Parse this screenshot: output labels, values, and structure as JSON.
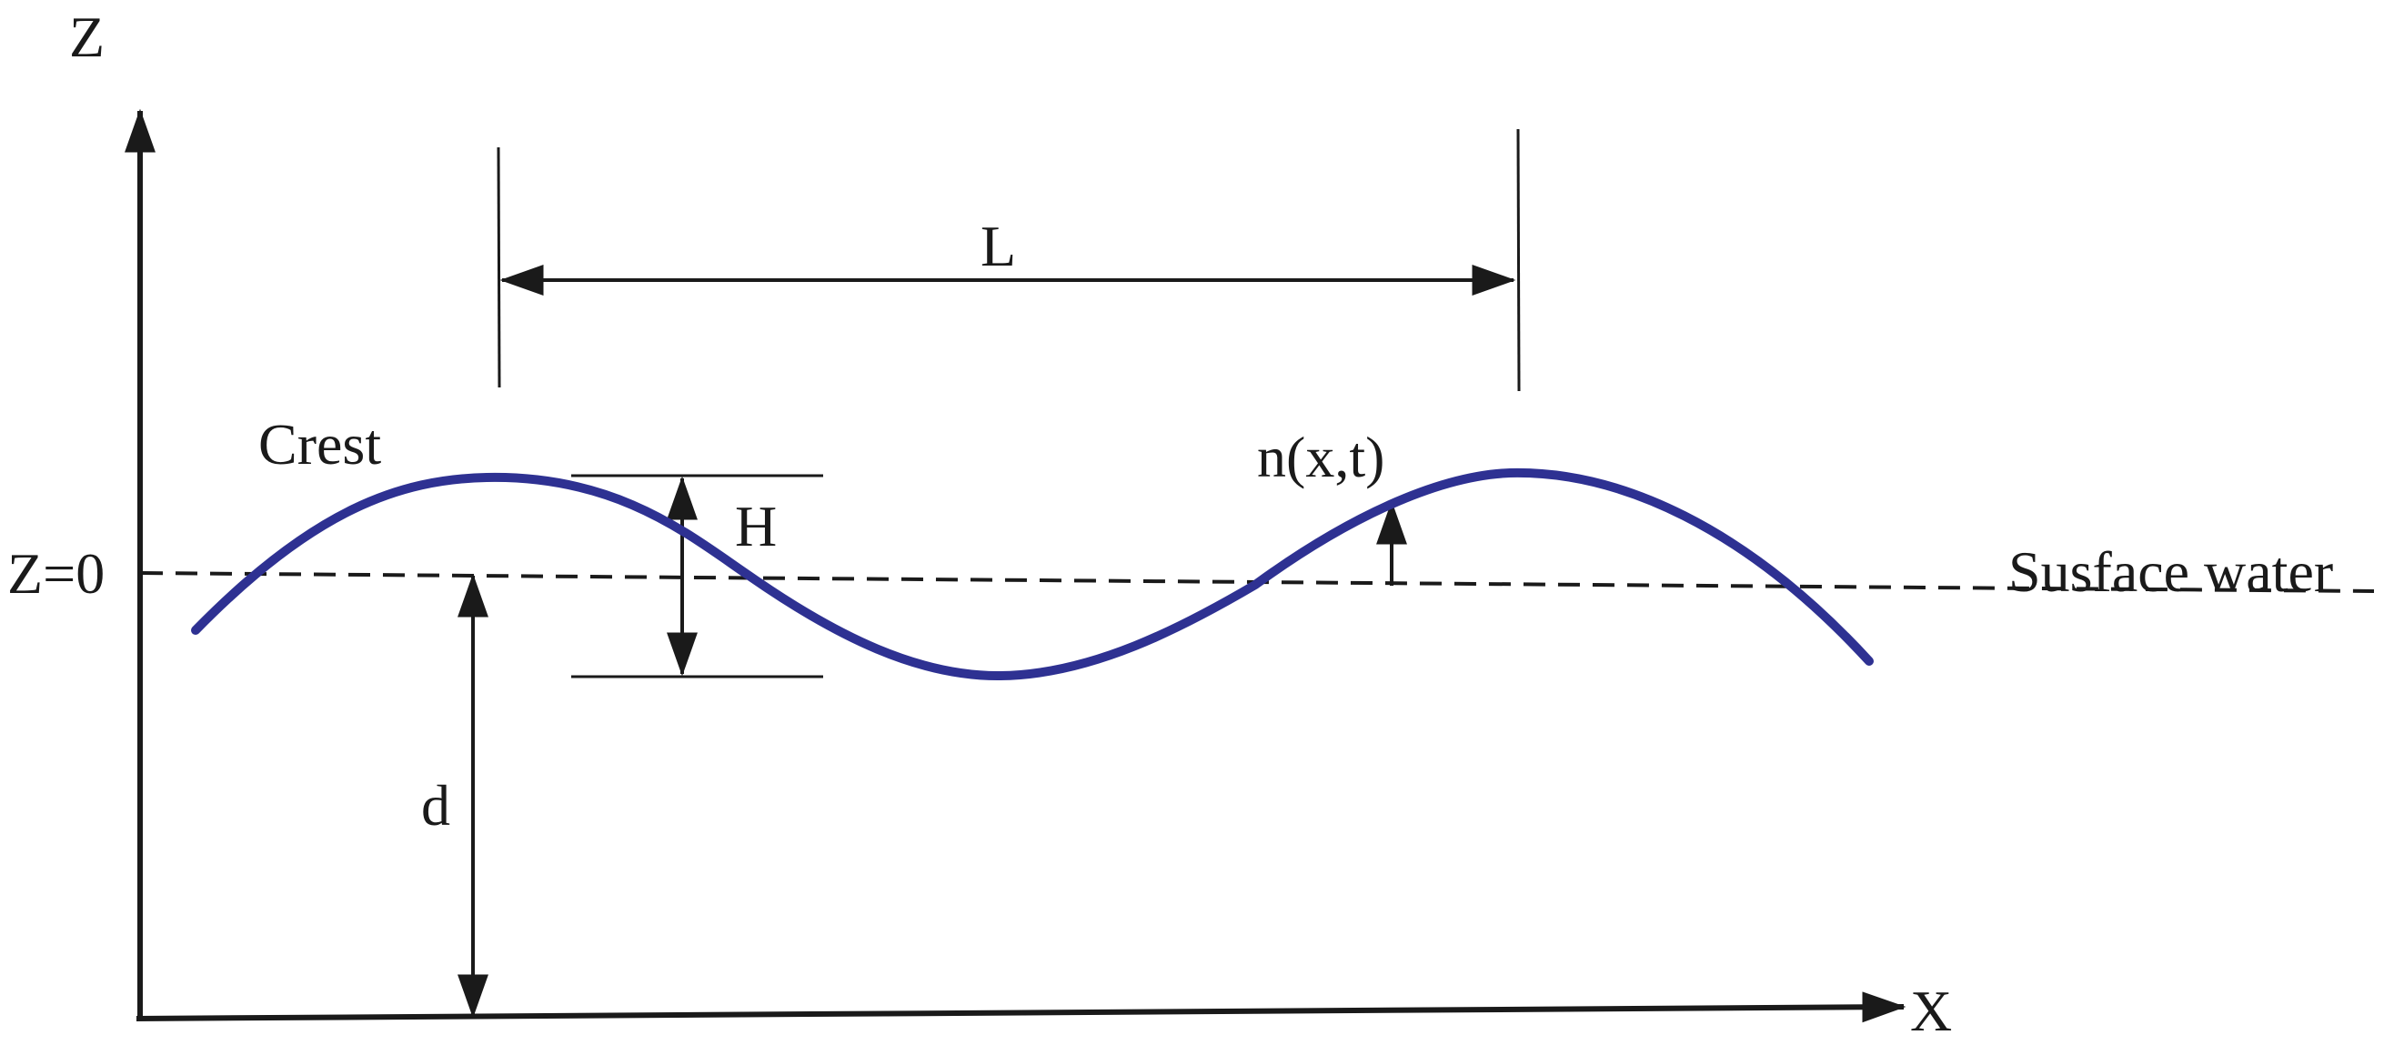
{
  "labels": {
    "z_axis": "Z",
    "x_axis": "X",
    "z_zero": "Z=0",
    "wavelength": "L",
    "crest": "Crest",
    "wave_height": "H",
    "elevation": "n(x,t)",
    "surface_water": "Susface water",
    "depth": "d"
  },
  "colors": {
    "wave": "#2e3192",
    "ink": "#1a1a1a",
    "background": "#ffffff"
  }
}
